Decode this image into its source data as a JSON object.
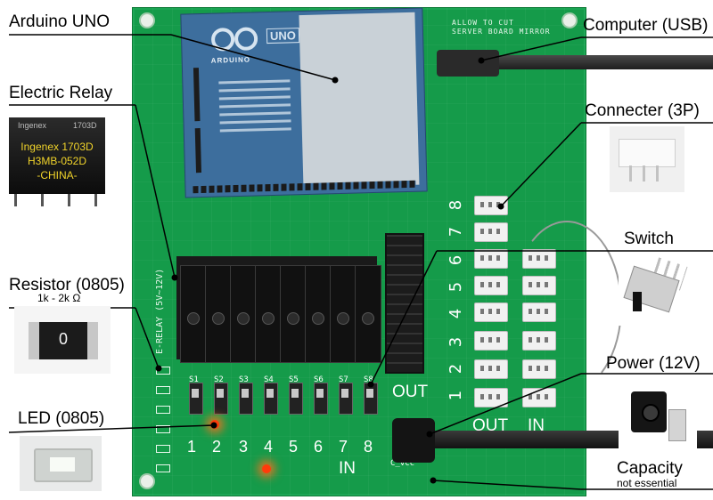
{
  "labels": {
    "arduino": "Arduino UNO",
    "relay": "Electric Relay",
    "resistor": "Resistor (0805)",
    "resistor_value": "1k - 2k Ω",
    "led": "LED (0805)",
    "computer": "Computer (USB)",
    "connector": "Connecter (3P)",
    "switch": "Switch",
    "power": "Power (12V)",
    "capacity": "Capacity",
    "capacity_note": "not essential"
  },
  "relay_photo": {
    "line1": "Ingenex 1703D",
    "line2": "H3MB-052D",
    "line3": "-CHINA-",
    "top_small": "Ingenex",
    "top_code": "1703D"
  },
  "resistor_photo": {
    "code": "0"
  },
  "board": {
    "note": "ALLOW TO CUT\nSERVER BOARD MIRROR",
    "relay_silk": "E-RELAY (5V~12V)",
    "out_label": "OUT",
    "out_bottom": "OUT",
    "in_bottom": "IN",
    "in_row": "IN",
    "cvcc": "C_vcc",
    "switch_labels": [
      "S1",
      "S2",
      "S3",
      "S4",
      "S5",
      "S6",
      "S7",
      "S8"
    ],
    "in_digits": [
      "1",
      "2",
      "3",
      "4",
      "5",
      "6",
      "7",
      "8"
    ],
    "channel_numbers": [
      "8",
      "7",
      "6",
      "5",
      "4",
      "3",
      "2",
      "1"
    ]
  },
  "arduino_board": {
    "brand": "ARDUINO",
    "model": "UNO"
  },
  "colors": {
    "pcb": "#159b4a",
    "arduino": "#3d6e9d",
    "led": "#ff3b0a",
    "label_text": "#000000"
  }
}
